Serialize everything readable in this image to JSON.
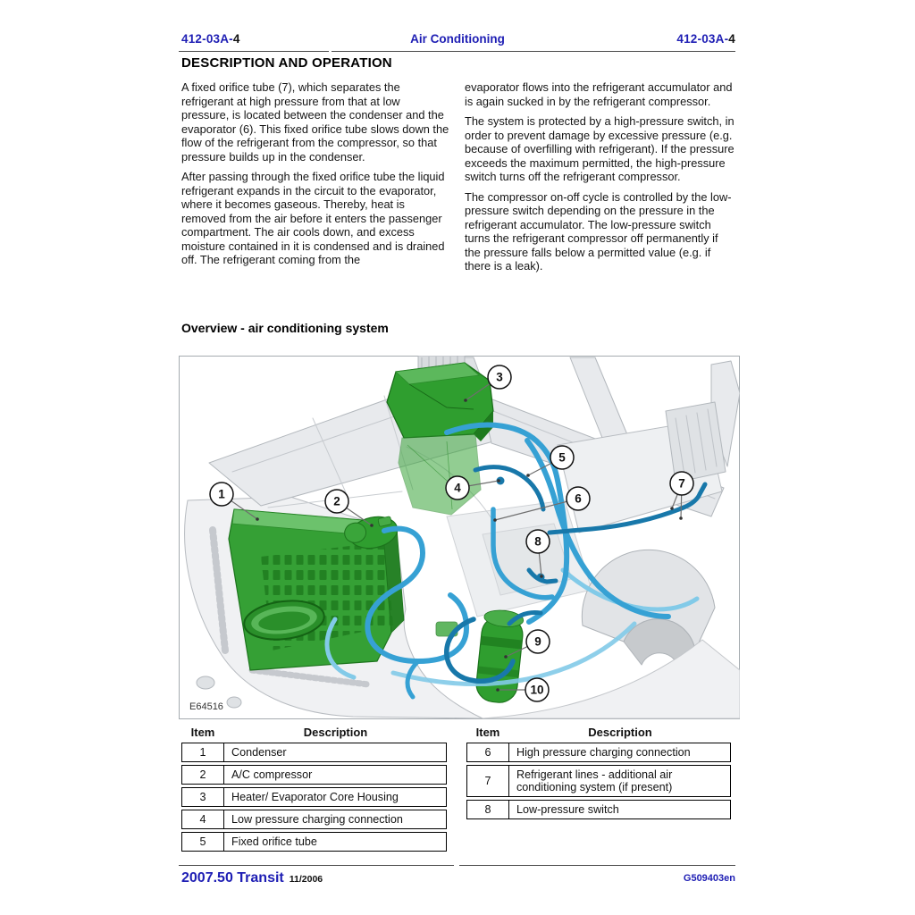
{
  "header": {
    "left_section": "412-03A-",
    "left_page": "4",
    "title": "Air Conditioning",
    "right_section": "412-03A-",
    "right_page": "4"
  },
  "description_heading": "DESCRIPTION AND OPERATION",
  "body": {
    "left": [
      "A fixed orifice tube (7), which separates the refrigerant at high pressure from that at low pressure, is located between the condenser and the evaporator (6). This fixed orifice tube slows down the flow of the refrigerant from the compressor, so that pressure builds up in the condenser.",
      "After passing through the fixed orifice tube the liquid refrigerant expands in the circuit to the evaporator, where it becomes gaseous. Thereby, heat is removed from the air before it enters the passenger compartment. The air cools down, and excess moisture contained in it is condensed and is drained off. The refrigerant coming from the"
    ],
    "right": [
      "evaporator flows into the refrigerant accumulator and is again sucked in by the refrigerant compressor.",
      "The system is protected by a high-pressure switch, in order to prevent damage by excessive pressure (e.g. because of overfilling with refrigerant). If the pressure exceeds the maximum permitted, the high-pressure switch turns off the refrigerant compressor.",
      "The compressor on-off cycle is controlled by the low-pressure switch depending on the pressure in the refrigerant accumulator. The low-pressure switch turns the refrigerant compressor off permanently if the pressure falls below a permitted value (e.g. if there is a leak)."
    ]
  },
  "figure": {
    "heading": "Overview - air conditioning system",
    "image_label": "E64516",
    "callouts": [
      "1",
      "2",
      "3",
      "4",
      "5",
      "6",
      "7",
      "8",
      "9",
      "10"
    ]
  },
  "tables": [
    {
      "headers": [
        "Item",
        "Description"
      ],
      "rows": [
        [
          "1",
          "Condenser"
        ],
        [
          "2",
          "A/C compressor"
        ],
        [
          "3",
          "Heater/ Evaporator Core Housing"
        ],
        [
          "4",
          "Low pressure charging connection"
        ],
        [
          "5",
          "Fixed orifice tube"
        ]
      ]
    },
    {
      "headers": [
        "Item",
        "Description"
      ],
      "rows": [
        [
          "6",
          "High pressure charging connection"
        ],
        [
          "7",
          "Refrigerant lines - additional air conditioning system (if present)"
        ],
        [
          "8",
          "Low-pressure switch"
        ]
      ]
    }
  ],
  "footer": {
    "model": "2007.50 Transit",
    "date": "11/2006",
    "doc_code": "G509403en"
  },
  "colors": {
    "accent_blue": "#1e1eb4",
    "component_green": "#2f9e2f",
    "refrigerant_line_blue": "#36a1d4",
    "body_gray": "#e8eaed"
  }
}
